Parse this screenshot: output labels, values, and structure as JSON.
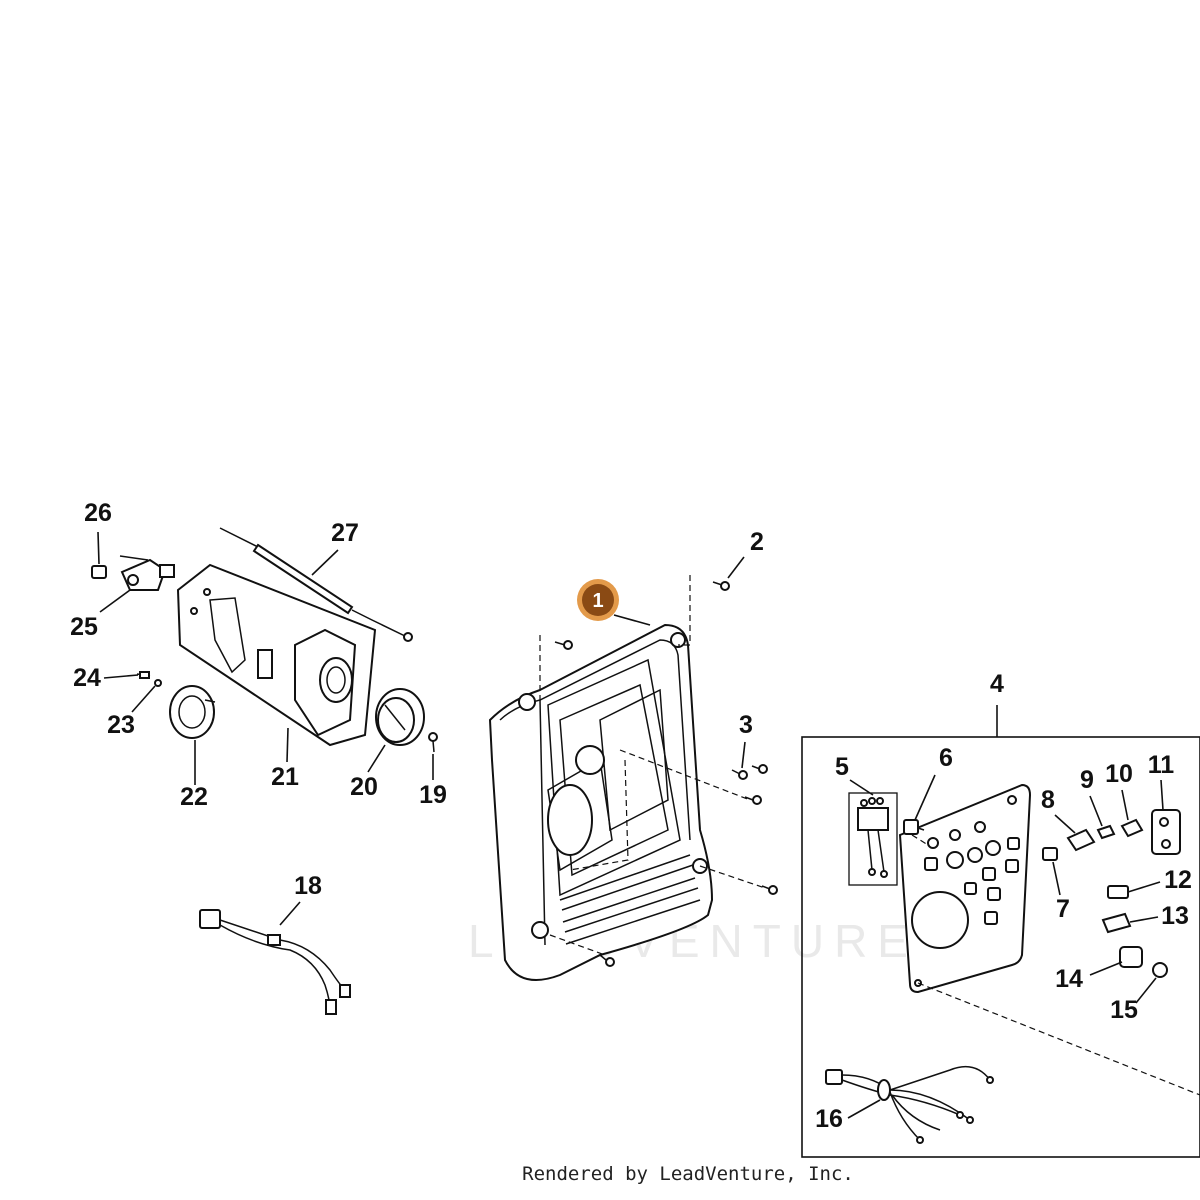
{
  "diagram": {
    "callouts": {
      "c1": "1",
      "c2": "2",
      "c3": "3",
      "c4": "4",
      "c5": "5",
      "c6": "6",
      "c7": "7",
      "c8": "8",
      "c9": "9",
      "c10": "10",
      "c11": "11",
      "c12": "12",
      "c13": "13",
      "c14": "14",
      "c15": "15",
      "c16": "16",
      "c18": "18",
      "c19": "19",
      "c20": "20",
      "c21": "21",
      "c22": "22",
      "c23": "23",
      "c24": "24",
      "c25": "25",
      "c26": "26",
      "c27": "27"
    },
    "highlight_color": "#8a4a14",
    "highlight_ring": "#e39a4a"
  },
  "watermark": "LEADVENTURE",
  "footer": "Rendered by LeadVenture, Inc."
}
